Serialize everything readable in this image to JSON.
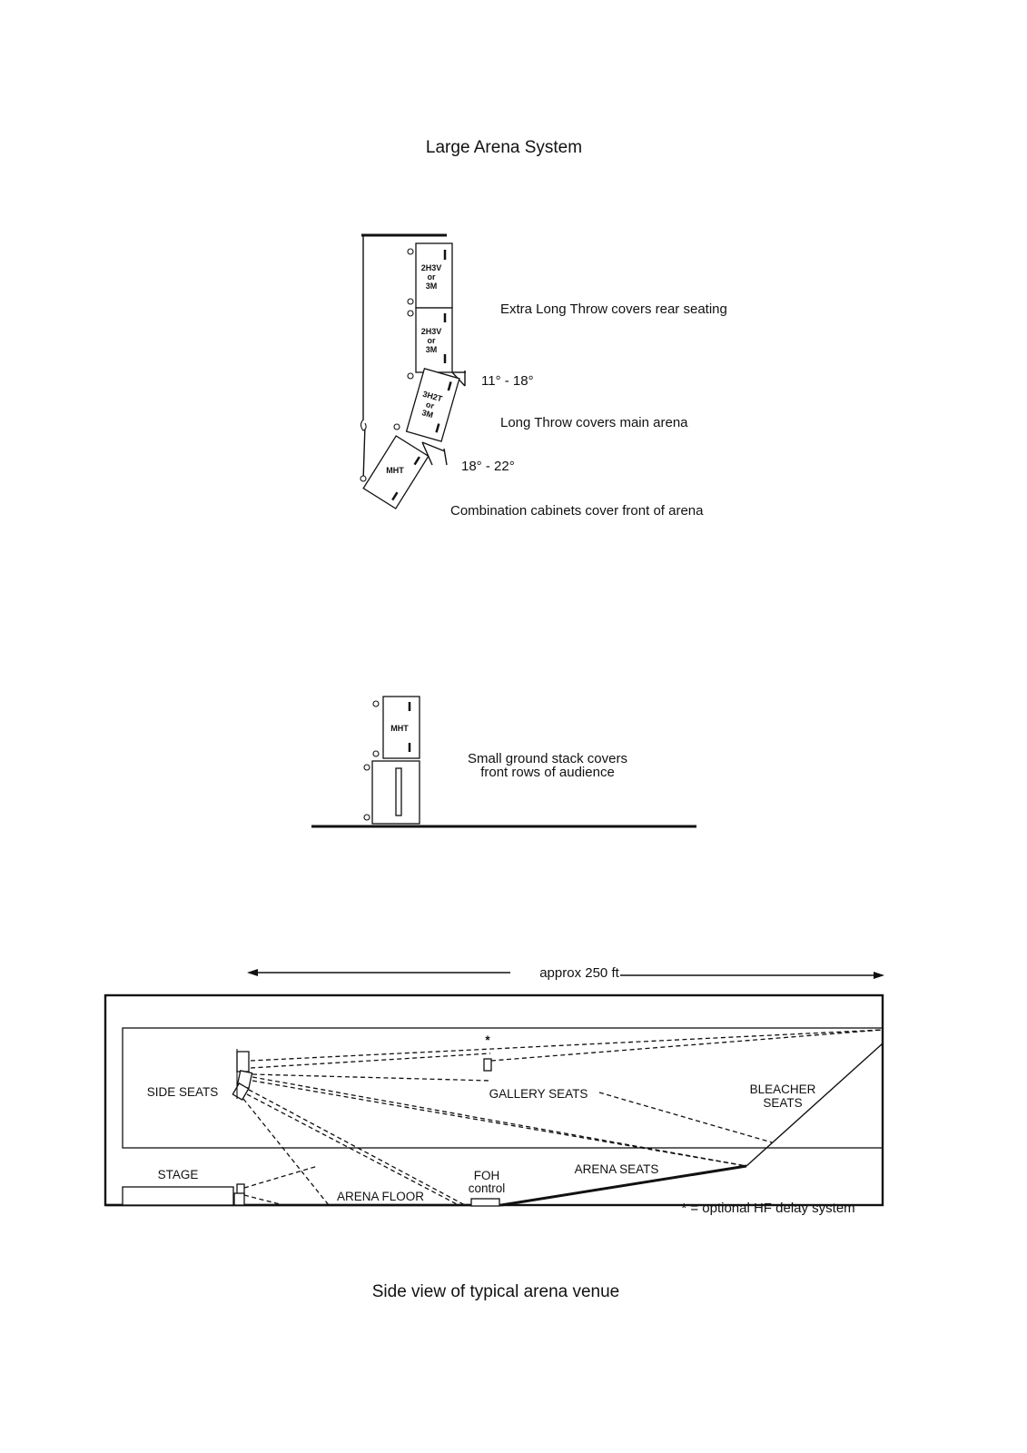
{
  "title": "Large Arena System",
  "flown_array": {
    "cabinets": [
      {
        "line1": "2H3V",
        "line2": "or",
        "line3": "3M"
      },
      {
        "line1": "2H3V",
        "line2": "or",
        "line3": "3M"
      },
      {
        "line1": "3H2T",
        "line2": "or",
        "line3": "3M"
      },
      {
        "line1": "MHT",
        "line2": "",
        "line3": ""
      }
    ],
    "angle_upper": "11° - 18°",
    "angle_lower": "18° - 22°",
    "label_extra_long_throw": "Extra Long Throw covers rear seating",
    "label_long_throw": "Long Throw covers main arena",
    "label_combination": "Combination cabinets cover front of arena"
  },
  "ground_stack": {
    "cabinet_label": "MHT",
    "label_line1": "Small ground stack covers",
    "label_line2": "front rows of audience"
  },
  "venue": {
    "distance_label": "approx 250 ft",
    "side_seats": "SIDE SEATS",
    "gallery_seats": "GALLERY SEATS",
    "bleacher_line1": "BLEACHER",
    "bleacher_line2": "SEATS",
    "stage": "STAGE",
    "arena_floor": "ARENA FLOOR",
    "foh_line1": "FOH",
    "foh_line2": "control",
    "arena_seats": "ARENA SEATS",
    "delay_marker": "*",
    "legend": "* = optional HF delay system"
  },
  "caption": "Side view of typical arena venue"
}
